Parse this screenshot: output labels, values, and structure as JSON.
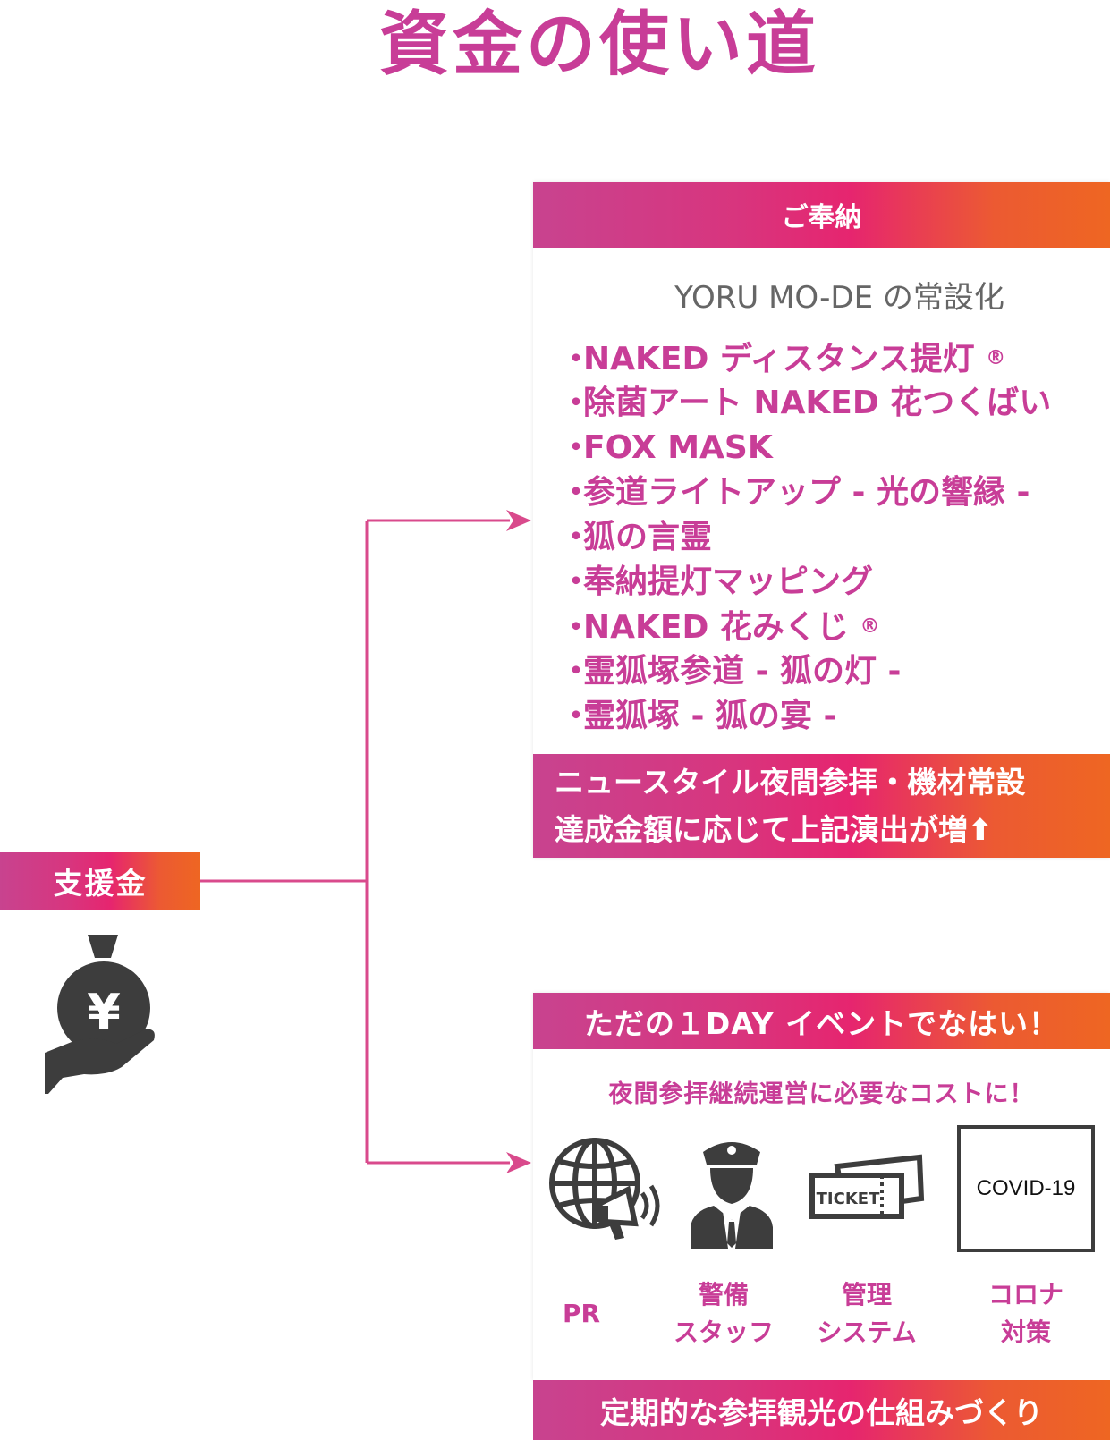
{
  "title": "資金の使い道",
  "support": {
    "label": "支援金",
    "icon": "money-bag-yen-icon"
  },
  "donation_panel": {
    "header": "ご奉納",
    "subtitle": "YORU MO-DE の常設化",
    "bullet": "・",
    "items": [
      {
        "text": "NAKED ディスタンス提灯",
        "mark": "®"
      },
      {
        "text": "除菌アート NAKED 花つくばい",
        "mark": ""
      },
      {
        "text": "FOX MASK",
        "mark": ""
      },
      {
        "text": "参道ライトアップ - 光の響縁 -",
        "mark": ""
      },
      {
        "text": "狐の言霊",
        "mark": ""
      },
      {
        "text": "奉納提灯マッピング",
        "mark": ""
      },
      {
        "text": "NAKED 花みくじ",
        "mark": "®"
      },
      {
        "text": "霊狐塚参道 - 狐の灯 -",
        "mark": ""
      },
      {
        "text": "霊狐塚 - 狐の宴 -",
        "mark": ""
      }
    ],
    "footer_line1": "ニュースタイル夜間参拝・機材常設",
    "footer_line2": "達成金額に応じて上記演出が増⬆"
  },
  "operation_panel": {
    "header": "ただの１DAY イベントでなはい！",
    "subtitle": "夜間参拝継続運営に必要なコストに！",
    "icons": [
      {
        "icon": "globe-megaphone-icon",
        "label_line1": "PR",
        "label_line2": ""
      },
      {
        "icon": "security-guard-icon",
        "label_line1": "警備",
        "label_line2": "スタッフ"
      },
      {
        "icon": "ticket-icon",
        "label_line1": "管理",
        "label_line2": "システム",
        "ticket_text": "TICKET"
      },
      {
        "icon": "covid-box-icon",
        "label_line1": "コロナ",
        "label_line2": "対策",
        "box_text": "COVID-19"
      }
    ],
    "footer": "定期的な参拝観光の仕組みづくり"
  },
  "colors": {
    "accent_pink": "#c83d97",
    "gradient_start": "#c8438f",
    "gradient_mid": "#e6256f",
    "gradient_end": "#ee6622",
    "connector": "#d94a8c",
    "icon_gray": "#3d3d3d"
  }
}
